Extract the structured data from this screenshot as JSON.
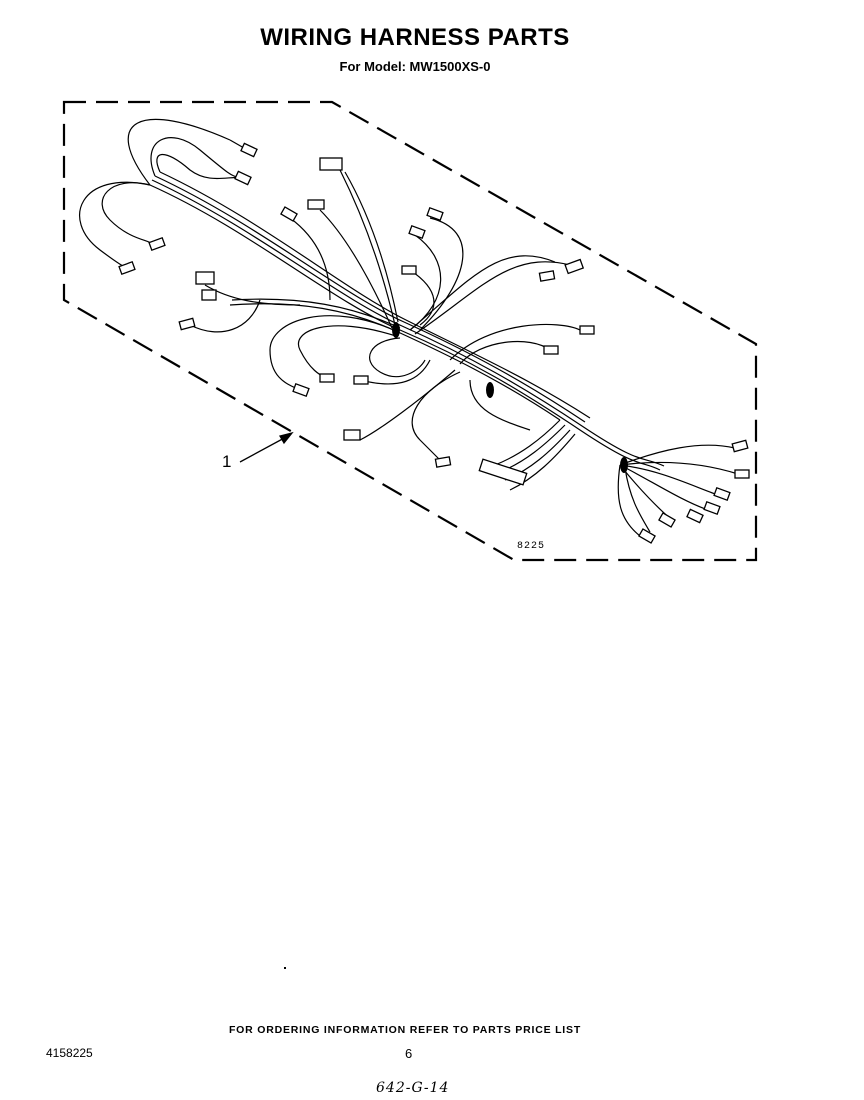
{
  "header": {
    "title": "WIRING HARNESS PARTS",
    "model_line": "For Model: MW1500XS-0"
  },
  "diagram": {
    "callout_number": "1",
    "figure_number": "8225"
  },
  "footer": {
    "ordering_note": "FOR ORDERING INFORMATION REFER TO PARTS PRICE LIST",
    "document_number": "4158225",
    "page_number": "6",
    "handwritten_note": "642-G-14"
  }
}
